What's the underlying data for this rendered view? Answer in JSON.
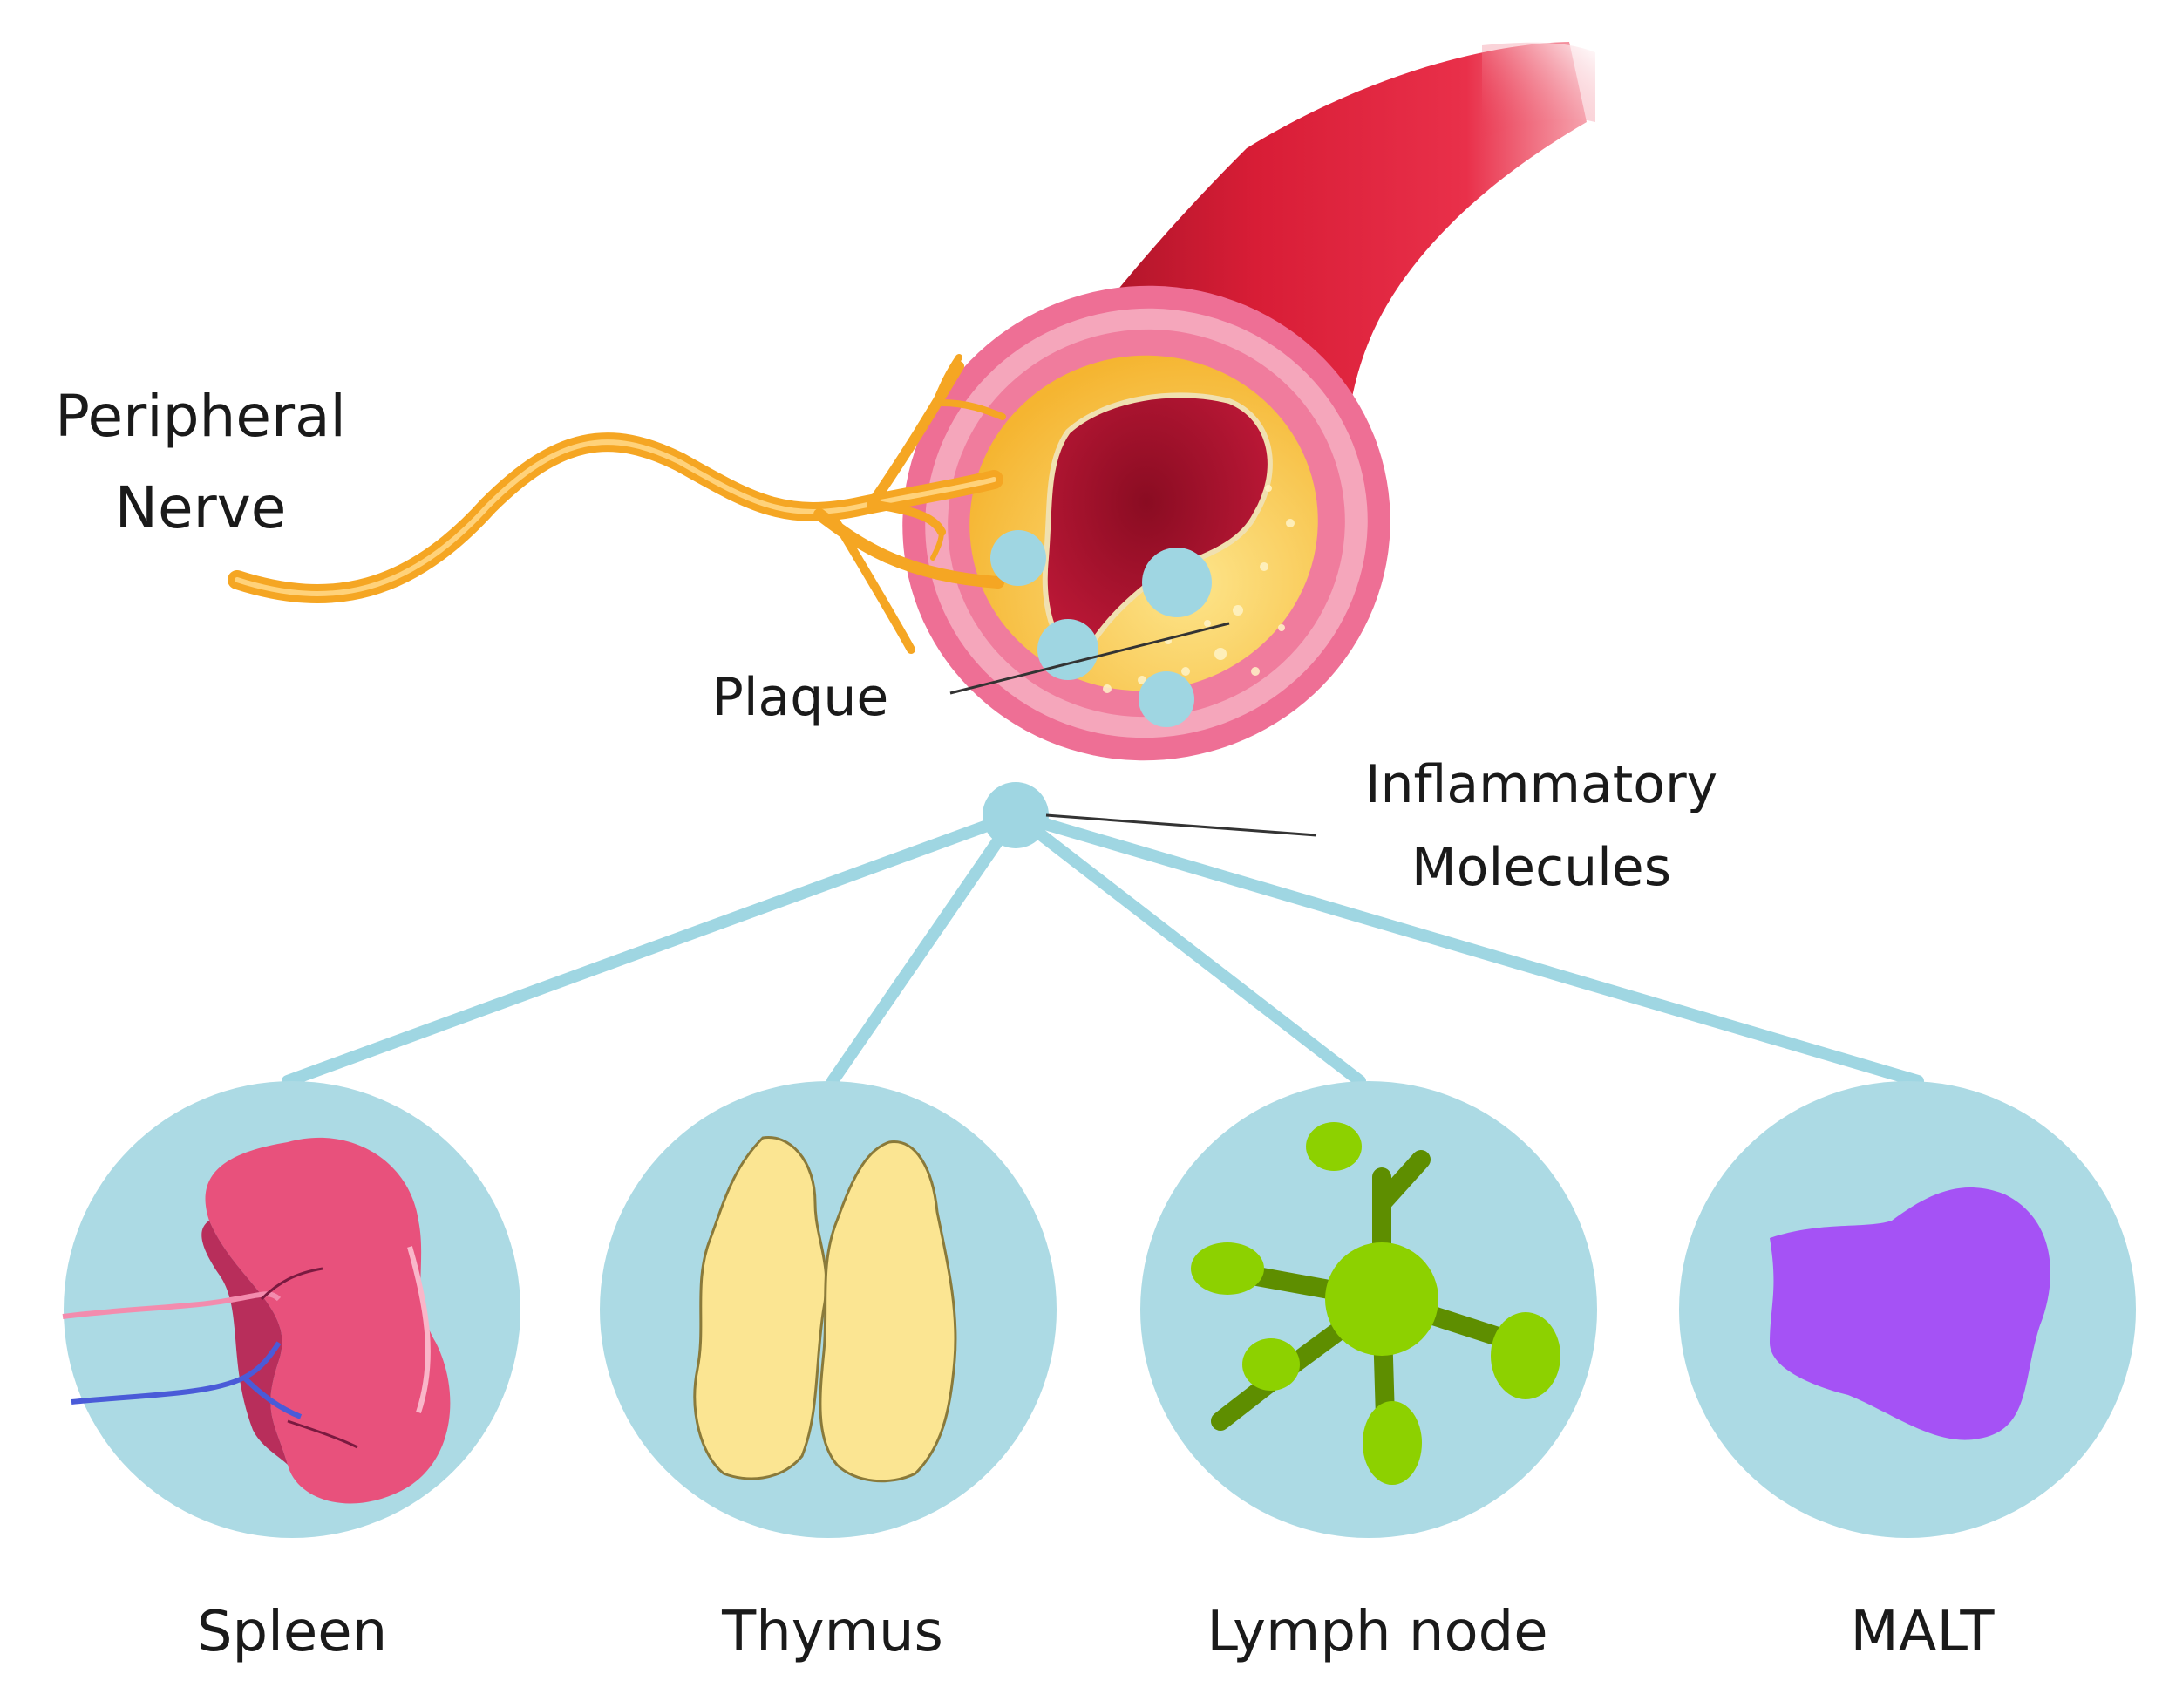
{
  "labels": {
    "nerve_line1": "Peripheral",
    "nerve_line2": "Nerve",
    "plaque": "Plaque",
    "molecules_line1": "Inflammatory",
    "molecules_line2": "Molecules"
  },
  "organs": [
    {
      "name": "Spleen",
      "icon": "spleen-icon"
    },
    {
      "name": "Thymus",
      "icon": "thymus-icon"
    },
    {
      "name": "Lymph node",
      "icon": "lymph-node-icon"
    },
    {
      "name": "MALT",
      "icon": "malt-icon"
    }
  ],
  "colors": {
    "artery_red": "#c8172e",
    "artery_wall_pink": "#f28aa6",
    "plaque_yellow": "#f8c243",
    "nerve_orange": "#f5a623",
    "molecule_blue": "#9fd6e2",
    "organ_circle": "#acdae4",
    "spleen_pink": "#e8517c",
    "thymus_yellow": "#fbe592",
    "lymph_green": "#7ec400",
    "malt_purple": "#a552f5"
  }
}
